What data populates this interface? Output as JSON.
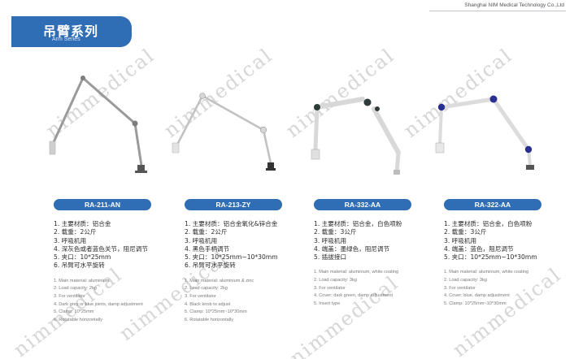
{
  "header": {
    "company": "Shanghai NIM Medical Technology Co.,Ltd"
  },
  "banner": {
    "title_cn": "吊臂系列",
    "title_en": "Arm Series"
  },
  "watermark": {
    "text": "nimmedical"
  },
  "products": [
    {
      "model": "RA-211-AN",
      "specs_cn": [
        "1. 主要材质：铝合金",
        "2. 载重：2公斤",
        "3. 呼吸机用",
        "4. 深灰色或者蓝色关节，阻尼调节",
        "5. 夹口：10*25mm",
        "6. 吊臂可水平旋转"
      ],
      "specs_en": [
        "1. Main material: aluminium",
        "2. Load capacity: 2kg",
        "3. For ventilator",
        "4. Dark grey or blue joints, damp adjustment",
        "5. Clamp: 10*25mm",
        "6. Rotatable horizontally"
      ]
    },
    {
      "model": "RA-213-ZY",
      "specs_cn": [
        "1. 主要材质：铝合金氧化&锌合金",
        "2. 载重：2公斤",
        "3. 呼吸机用",
        "4. 黑色手柄调节",
        "5. 夹口：10*25mm~10*30mm",
        "6. 吊臂可水平旋转"
      ],
      "specs_en": [
        "1. Main material: aluminium & zinc",
        "2. Load capacity: 2kg",
        "3. For ventilator",
        "4. Black knob to adjust",
        "5. Clamp: 10*25mm~10*30mm",
        "6. Rotatable horizontally"
      ]
    },
    {
      "model": "RA-332-AA",
      "specs_cn": [
        "1. 主要材质：铝合金，白色喷粉",
        "2. 载重：3公斤",
        "3. 呼吸机用",
        "4. 端盖：墨绿色，阻尼调节",
        "5. 插拔接口"
      ],
      "specs_en": [
        "1. Main material: aluminium, white coating",
        "2. Load capacity: 3kg",
        "3. For ventilator",
        "4. Cover: dark green, damp adjustment",
        "5. Insert type"
      ]
    },
    {
      "model": "RA-322-AA",
      "specs_cn": [
        "1. 主要材质：铝合金，白色喷粉",
        "2. 载重：3公斤",
        "3. 呼吸机用",
        "4. 端盖：蓝色，阻尼调节",
        "5. 夹口：10*25mm~10*30mm"
      ],
      "specs_en": [
        "1. Main material: aluminium, white coating",
        "2. Load capacity: 3kg",
        "3. For ventilator",
        "4. Cover: blue, damp adjustment",
        "5. Clamp: 10*25mm~10*30mm"
      ]
    }
  ],
  "colors": {
    "accent": "#2f6eb5",
    "joint_blue": "#2b2f8f",
    "joint_green": "#2f3b3a"
  }
}
